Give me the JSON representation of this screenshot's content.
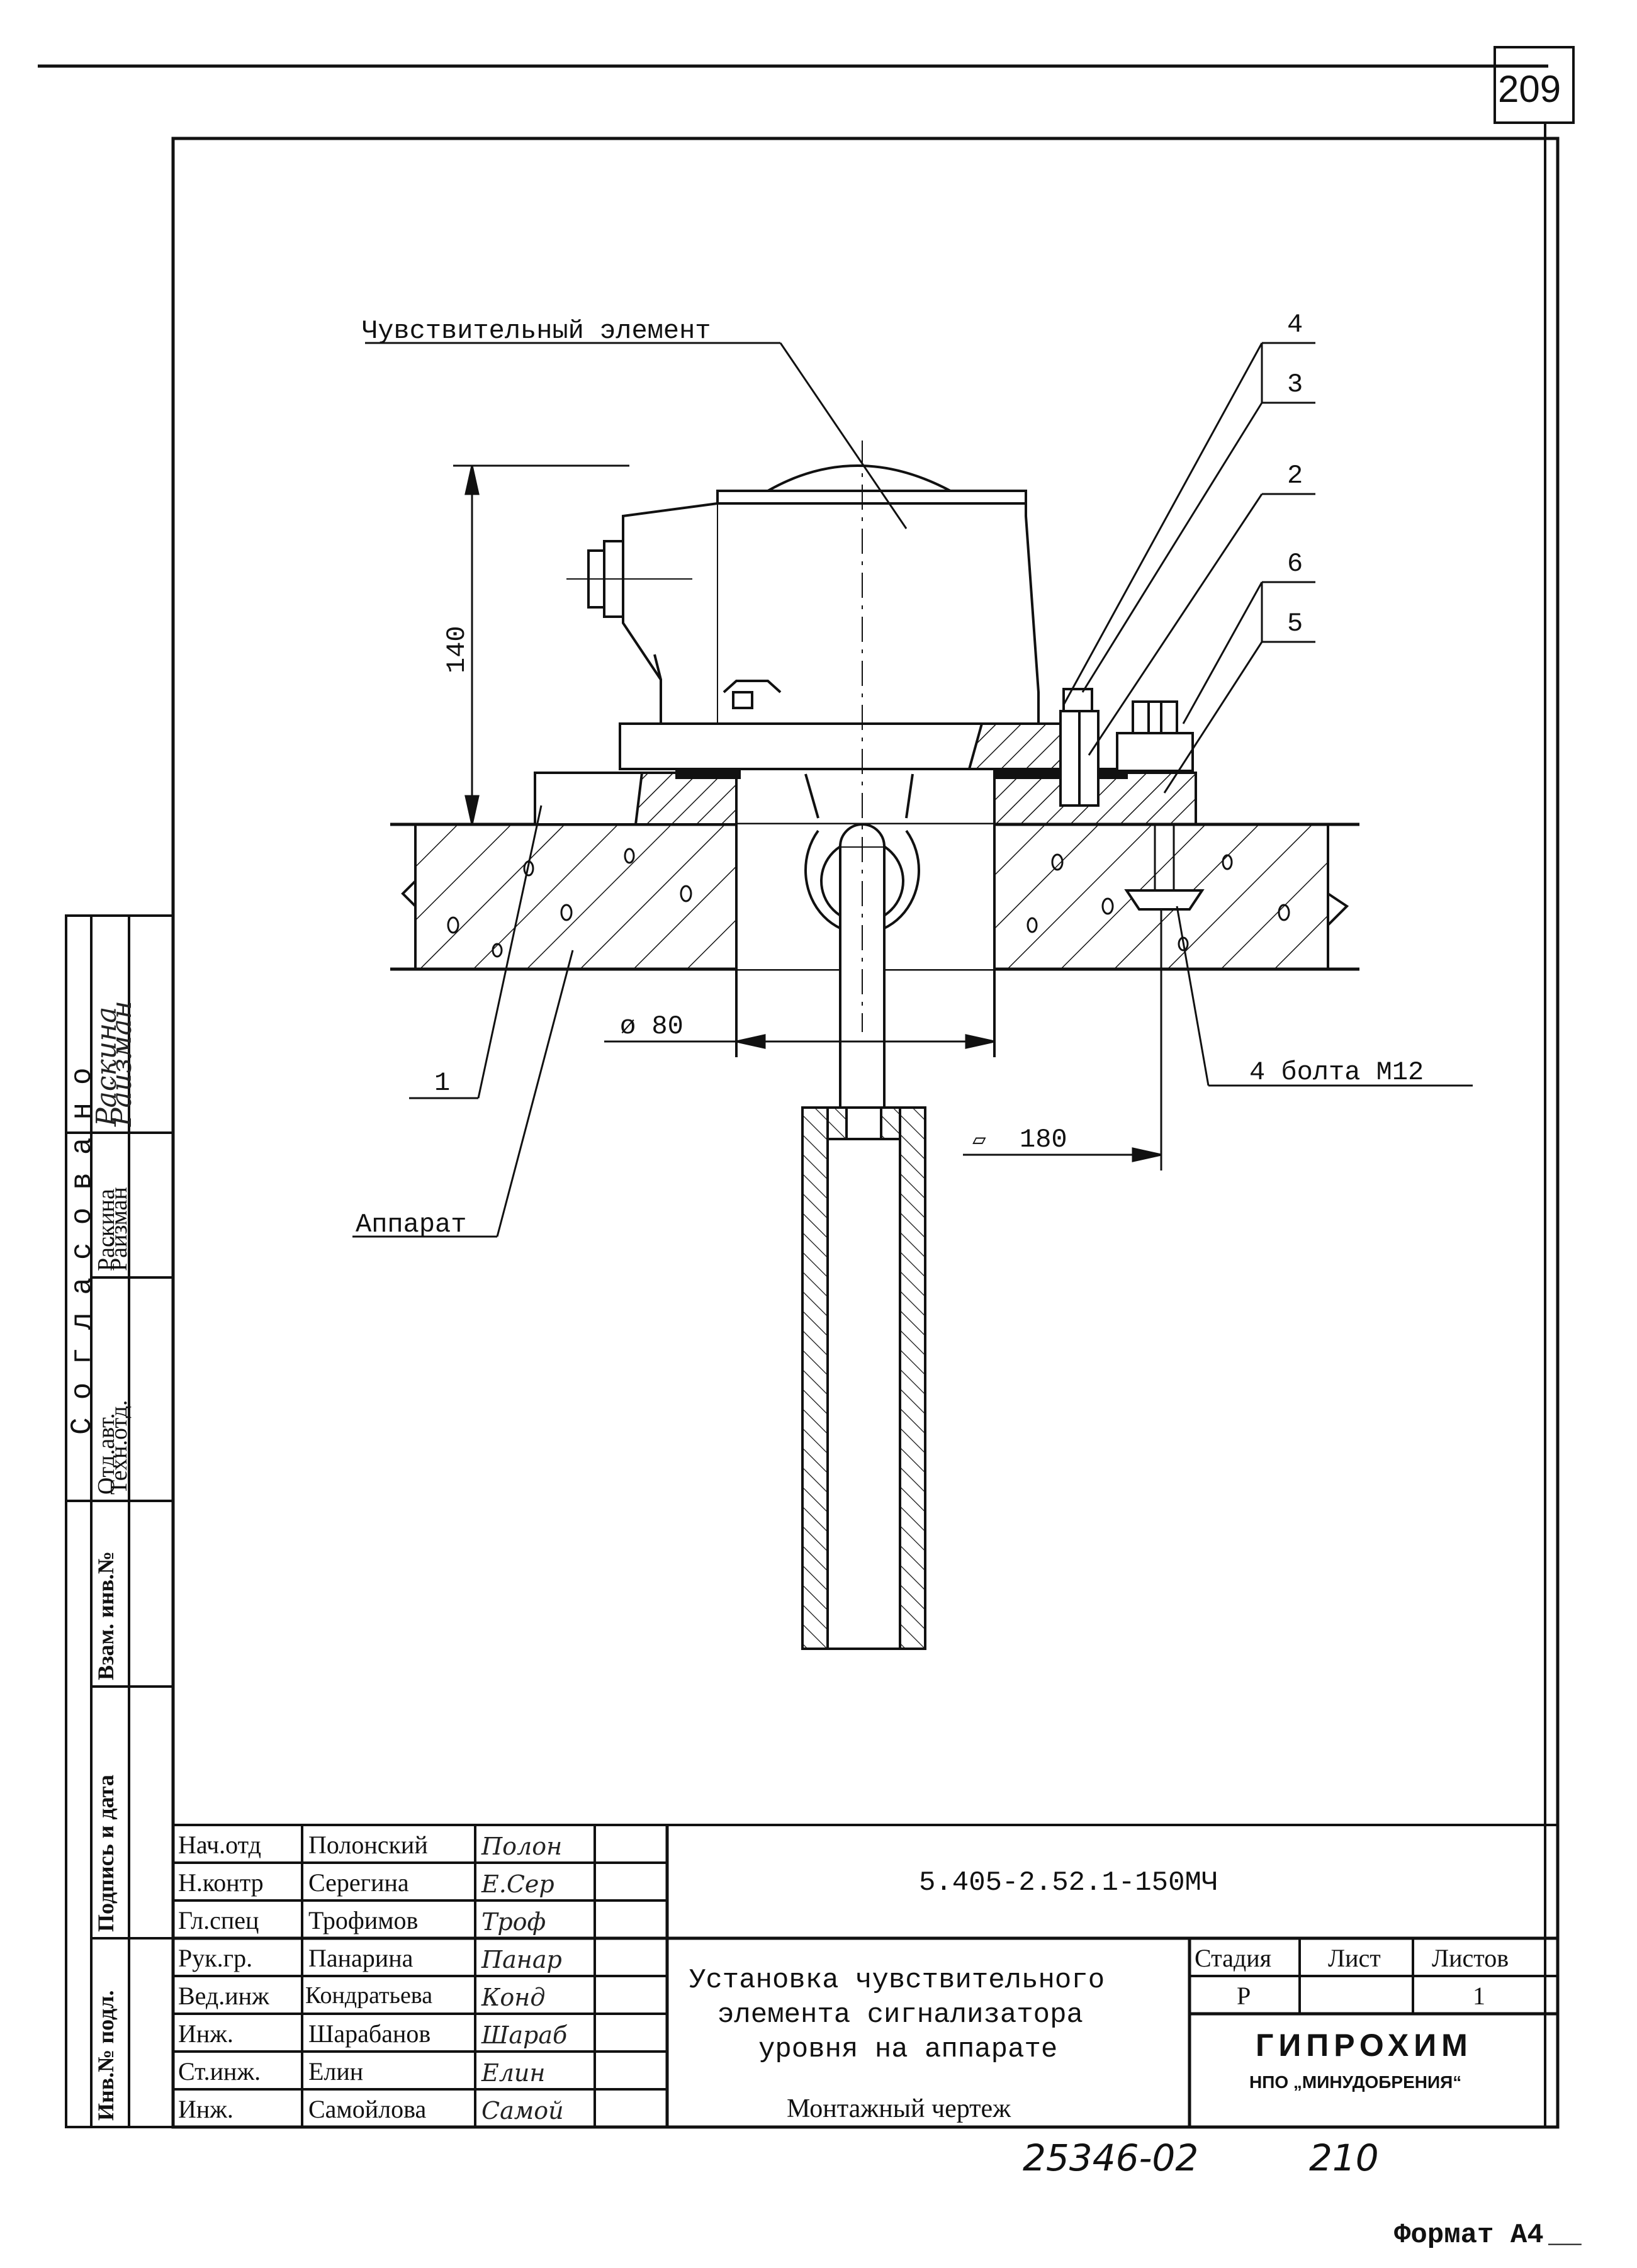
{
  "sheet": {
    "page_number": "209",
    "format_label": "Формат А4",
    "handwritten_archive": "25346-02",
    "handwritten_sheet": "210"
  },
  "drawing": {
    "callouts": {
      "sensing_element": "Чувствительный элемент",
      "apparatus": "Аппарат",
      "bolts": "4 болта М12",
      "n1": "1",
      "n2": "2",
      "n3": "3",
      "n4": "4",
      "n5": "5",
      "n6": "6"
    },
    "dimensions": {
      "height": "140",
      "bore": "ø 80",
      "bolt_square": "180"
    }
  },
  "left_margin": {
    "approval_heading": "Согласовано",
    "rows": [
      {
        "role": "Отд.авт.",
        "name": "Раскина",
        "signature": "Раскина"
      },
      {
        "role": "Техн.отд.",
        "name": "Райзман",
        "signature": "Райзман"
      }
    ],
    "stamp_labels": [
      "Взам. инв.№",
      "Подпись и дата",
      "Инв.№ подл."
    ]
  },
  "title_block": {
    "people": [
      {
        "role": "Нач.отд",
        "name": "Полонский",
        "signature": "Полон"
      },
      {
        "role": "Н.контр",
        "name": "Серегина",
        "signature": "Е.Сер"
      },
      {
        "role": "Гл.спец",
        "name": "Трофимов",
        "signature": "Троф"
      },
      {
        "role": "Рук.гр.",
        "name": "Панарина",
        "signature": "Панар"
      },
      {
        "role": "Вед.инж",
        "name": "Кондратьева",
        "signature": "Конд"
      },
      {
        "role": "Инж.",
        "name": "Шарабанов",
        "signature": "Шараб"
      },
      {
        "role": "Ст.инж.",
        "name": "Елин",
        "signature": "Елин"
      },
      {
        "role": "Инж.",
        "name": "Самойлова",
        "signature": "Самой"
      }
    ],
    "designation": "5.405-2.52.1-150МЧ",
    "title_lines": [
      "Установка чувствительного",
      "элемента сигнализатора",
      "уровня на аппарате"
    ],
    "drawing_type": "Монтажный чертеж",
    "stage_label": "Стадия",
    "sheet_label": "Лист",
    "sheets_label": "Листов",
    "stage_value": "Р",
    "sheet_value": "",
    "sheets_value": "1",
    "organization": "ГИПРОХИМ",
    "organization_sub": "НПО „МИНУДОБРЕНИЯ“"
  }
}
